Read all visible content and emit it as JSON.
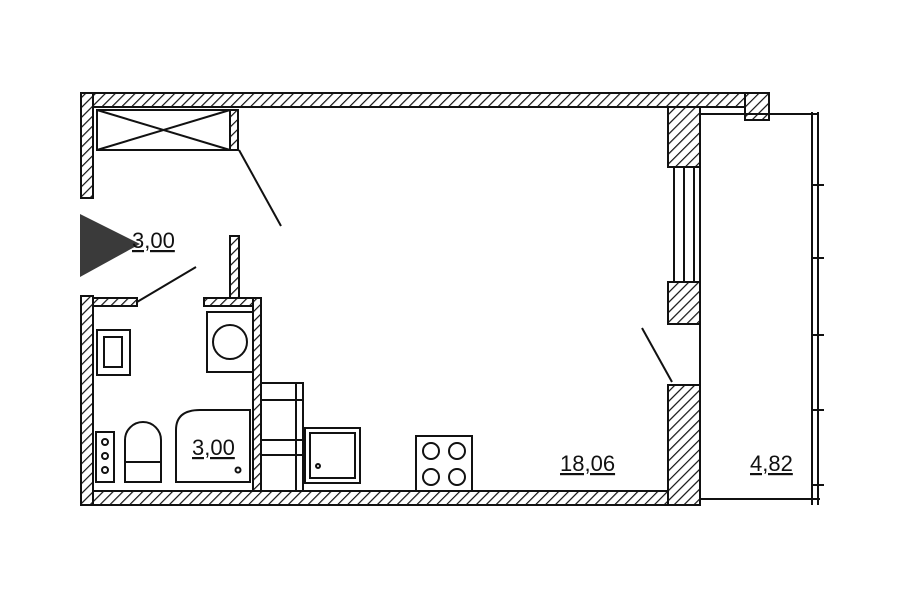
{
  "plan": {
    "rooms": [
      {
        "id": "hall",
        "area": "3,00"
      },
      {
        "id": "bathroom",
        "area": "3,00"
      },
      {
        "id": "living",
        "area": "18,06"
      },
      {
        "id": "balcony",
        "area": "4,82"
      }
    ],
    "entrance_marker": "entrance-arrow",
    "colors": {
      "wall": "#111111",
      "hatch": "#111111",
      "marker": "#3a3a3a"
    }
  }
}
